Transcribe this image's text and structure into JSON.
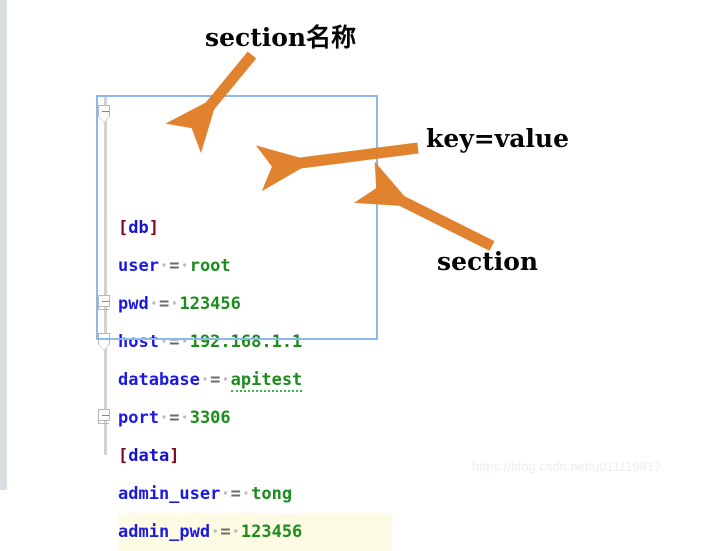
{
  "page": {
    "title": "ini configuration file annotated screenshot"
  },
  "editor": {
    "lines": [
      {
        "type": "section",
        "open_bracket": "[",
        "name": "db",
        "close_bracket": "]",
        "fold": "start",
        "current": false
      },
      {
        "type": "pair",
        "key": "user",
        "eq": "=",
        "value": "root",
        "ws": "·",
        "spell_error": false,
        "fold": "none",
        "current": false
      },
      {
        "type": "pair",
        "key": "pwd",
        "eq": "=",
        "value": "123456",
        "ws": "·",
        "spell_error": false,
        "fold": "none",
        "current": false
      },
      {
        "type": "pair",
        "key": "host",
        "eq": "=",
        "value": "192.168.1.1",
        "ws": "·",
        "spell_error": false,
        "fold": "none",
        "current": false
      },
      {
        "type": "pair",
        "key": "database",
        "eq": "=",
        "value": "apitest",
        "ws": "·",
        "spell_error": true,
        "fold": "none",
        "current": false
      },
      {
        "type": "pair",
        "key": "port",
        "eq": "=",
        "value": "3306",
        "ws": "·",
        "spell_error": false,
        "fold": "end",
        "current": false
      },
      {
        "type": "section",
        "open_bracket": "[",
        "name": "data",
        "close_bracket": "]",
        "fold": "start",
        "current": false
      },
      {
        "type": "pair",
        "key": "admin_user",
        "eq": "=",
        "value": "tong",
        "ws": "·",
        "spell_error": false,
        "fold": "none",
        "current": false
      },
      {
        "type": "pair",
        "key": "admin_pwd",
        "eq": "=",
        "value": "123456",
        "ws": "·",
        "spell_error": false,
        "fold": "end",
        "current": true
      }
    ],
    "colors": {
      "section_bracket": "#7a0b2a",
      "section_name": "#1414cf",
      "key": "#1a1ae0",
      "equals": "#6b6b6b",
      "value": "#1c8c1c",
      "whitespace_dot": "#b9b9b9",
      "current_line_bg": "#fdfbe4",
      "selection_border": "#8cb9e8",
      "spellcheck_underline": "#39b54a"
    }
  },
  "annotations": {
    "accent_color": "#e1822f",
    "items": [
      {
        "id": "section-name",
        "label": "section名称"
      },
      {
        "id": "key-value",
        "label": "key=value"
      },
      {
        "id": "section",
        "label": "section"
      }
    ]
  },
  "watermark": {
    "text": "https://blog.csdn.net/u011119817"
  }
}
